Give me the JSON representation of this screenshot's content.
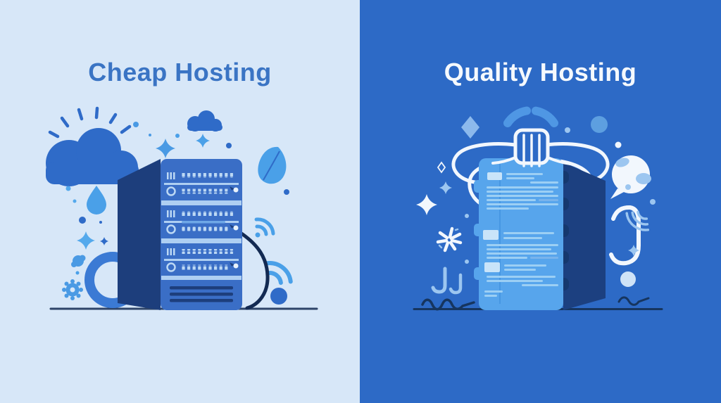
{
  "left_panel": {
    "title": "Cheap Hosting",
    "illustration": "old-server-tower-with-storm-cloud-and-loose-cable",
    "decorations": [
      "sun-rays-icon",
      "storm-cloud-icon",
      "small-cloud-icon",
      "sparkle-icon",
      "raindrop-icon",
      "gear-icon",
      "broken-ring-icon",
      "leaf-icon",
      "wifi-signal-icon",
      "cable-icon",
      "ground-line"
    ]
  },
  "right_panel": {
    "title": "Quality Hosting",
    "illustration": "modern-server-with-antenna-globe-and-signals",
    "decorations": [
      "wifi-arc-icon",
      "diamond-icon",
      "sparkle-icon",
      "burst-icon",
      "globe-speech-bubble-icon",
      "hook-signal-icon",
      "squiggle-icon",
      "ground-line"
    ]
  },
  "colors": {
    "left_bg": "#d7e7f8",
    "right_bg": "#2d6ac6",
    "left_title": "#3a74c4",
    "right_title": "#f5f9fd",
    "cloud_blue": "#2f6bc8",
    "accent_blue": "#4a9ae4",
    "light_blue": "#54a9ec",
    "wifi_blue": "#4aa0e8",
    "ring_blue": "#3b7ad4",
    "srv_front": "#3a6ec6",
    "srv_side": "#1d3e7c",
    "srv_bar": "#6ea7e6",
    "rail_light": "#aecff2",
    "led_light": "#bcd8f4",
    "cable_dark": "#132a52",
    "ground_left": "#2e4468",
    "srv2_front": "#57a5ec",
    "srv2_side": "#1c4080",
    "srv2_notch": "#15386e",
    "srv2_crease": "#4697e2",
    "srv2_lines": "#9ccff4",
    "srv2_label": "#c9e4f9",
    "srv2_dark": "#79b4ec",
    "white_ink": "#f2f7fd",
    "deco_light": "#9cc6f0",
    "deco_mid": "#8cb9ec",
    "deco_circle": "#5d9fe0",
    "pale_circle": "#cfe3f7",
    "arc_blue": "#4f97e4",
    "ground_right": "#16355f"
  }
}
